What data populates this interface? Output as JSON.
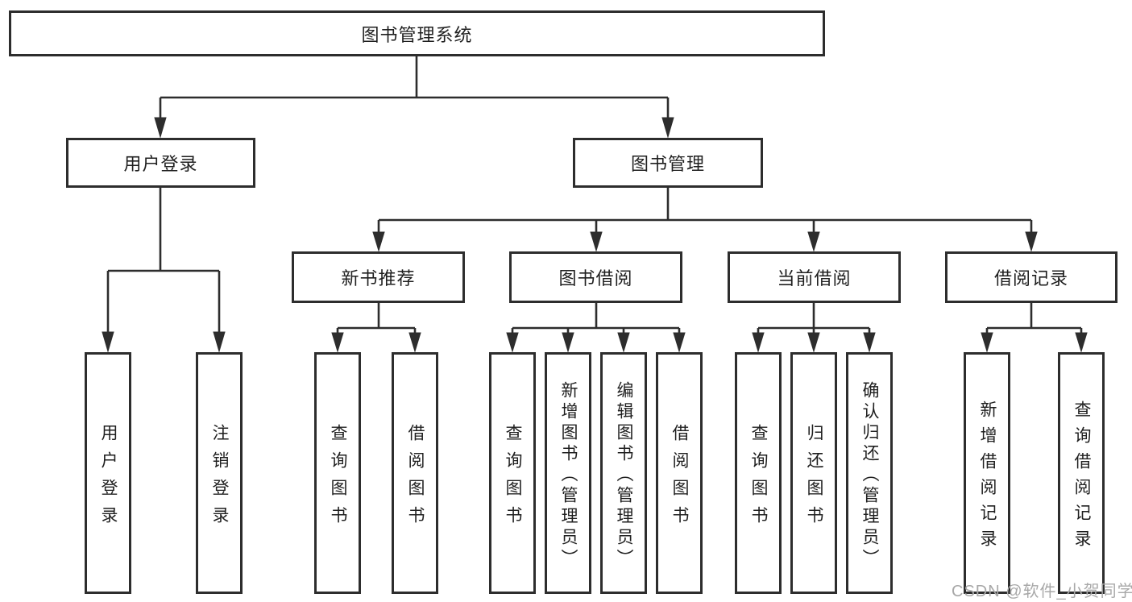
{
  "diagram": {
    "root": {
      "label": "图书管理系统"
    },
    "level2": {
      "user_login": {
        "label": "用户登录"
      },
      "book_mgmt": {
        "label": "图书管理"
      }
    },
    "level3": {
      "new_book_rec": {
        "label": "新书推荐"
      },
      "book_borrow": {
        "label": "图书借阅"
      },
      "current_borrow": {
        "label": "当前借阅"
      },
      "borrow_records": {
        "label": "借阅记录"
      }
    },
    "leaves": {
      "user_login": {
        "label": "用户登录"
      },
      "logout": {
        "label": "注销登录"
      },
      "rec_query_book": {
        "label": "查询图书"
      },
      "rec_borrow_book": {
        "label": "借阅图书"
      },
      "bor_query_book": {
        "label": "查询图书"
      },
      "bor_add_book": {
        "label": "新增图书（管理员）"
      },
      "bor_edit_book": {
        "label": "编辑图书（管理员）"
      },
      "bor_borrow_book": {
        "label": "借阅图书"
      },
      "cur_query_book": {
        "label": "查询图书"
      },
      "cur_return_book": {
        "label": "归还图书"
      },
      "cur_confirm_return": {
        "label": "确认归还（管理员）"
      },
      "hist_add_record": {
        "label": "新增借阅记录"
      },
      "hist_query_record": {
        "label": "查询借阅记录"
      }
    },
    "colors": {
      "line": "#2d2d2d",
      "border": "#2d2d2d",
      "text": "#1f1f1f",
      "background": "#ffffff",
      "watermark": "#a8a8a8"
    }
  },
  "watermark": {
    "text": "CSDN @软件_小贺同学"
  }
}
